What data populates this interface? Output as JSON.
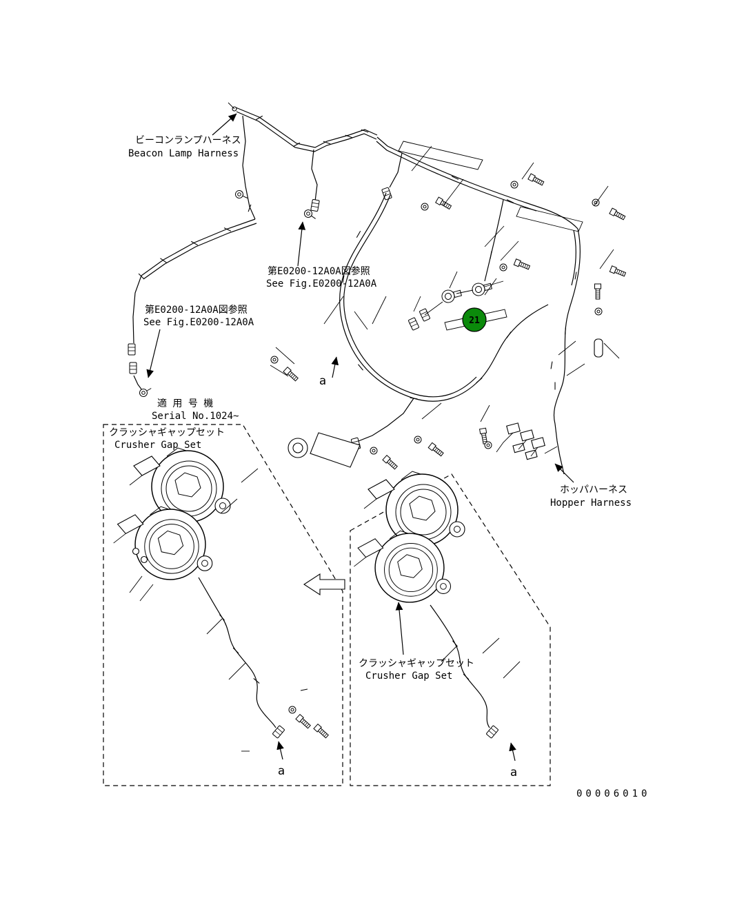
{
  "diagram": {
    "labels": {
      "beacon": {
        "jp": "ビーコンランプハーネス",
        "en": "Beacon Lamp Harness"
      },
      "see_fig_top": {
        "jp": "第E0200-12A0A図参照",
        "en": "See Fig.E0200-12A0A"
      },
      "see_fig_left": {
        "jp": "第E0200-12A0A図参照",
        "en": "See Fig.E0200-12A0A"
      },
      "serial": {
        "jp": "適 用 号 機",
        "en": "Serial No.1024~"
      },
      "crusher_left": {
        "jp": "クラッシャギャップセット",
        "en": "Crusher Gap Set"
      },
      "crusher_right": {
        "jp": "クラッシャギャップセット",
        "en": "Crusher Gap Set"
      },
      "hopper": {
        "jp": "ホッパハーネス",
        "en": "Hopper Harness"
      }
    },
    "callouts": {
      "part_21": "21"
    },
    "markers": {
      "a_center": "a",
      "a_left": "a",
      "a_right": "a"
    },
    "doc_number": "00006010",
    "colors": {
      "callout_green": "#0b8a0b",
      "line": "#000000",
      "background": "#ffffff"
    }
  }
}
